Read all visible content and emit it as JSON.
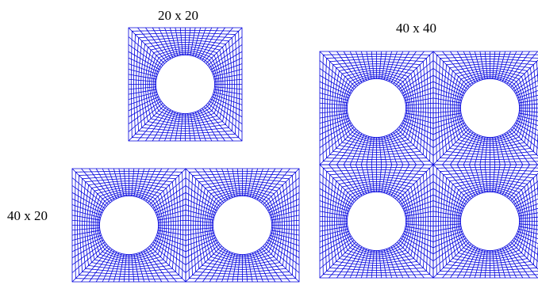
{
  "labels": {
    "mesh_20x20": "20 x 20",
    "mesh_40x40": "40 x 40",
    "mesh_40x20": "40 x 20"
  },
  "colors": {
    "mesh_line": "#0000dd",
    "background": "#ffffff",
    "text": "#000000"
  }
}
